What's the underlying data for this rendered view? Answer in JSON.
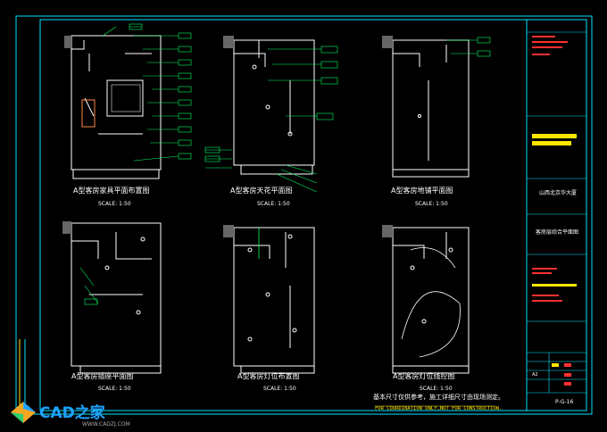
{
  "panels": [
    {
      "title": "A型客房家具平面布置图",
      "scale": "SCALE: 1:50"
    },
    {
      "title": "A型客房天花平面图",
      "scale": "SCALE: 1:50"
    },
    {
      "title": "A型客房地铺平面图",
      "scale": "SCALE: 1:50"
    },
    {
      "title": "A型客房插座平面图",
      "scale": "SCALE: 1:50"
    },
    {
      "title": "A型客房灯位布置图",
      "scale": "SCALE: 1:50"
    },
    {
      "title": "A型客房灯位线控图",
      "scale": "SCALE: 1:50"
    }
  ],
  "notes": {
    "cn": "基本尺寸仅供参考，施工详细尺寸由现场测定。",
    "en": "FOR COORDINATION ONLY,NOT FOR CONSTRUCTION."
  },
  "titleblock": {
    "project": "山西北京华大厦",
    "drawing": "客房层综合平面图",
    "sheet_no": "P-G-16",
    "size": "A2"
  },
  "colors": {
    "frame": "#00e5ff",
    "wall": "#ffffff",
    "tag": "#00ff66",
    "accent": "#ffe600",
    "alert": "#ff3030"
  },
  "logo": {
    "brand": "CAD之家",
    "url": "WWW.CADZJ.COM"
  }
}
